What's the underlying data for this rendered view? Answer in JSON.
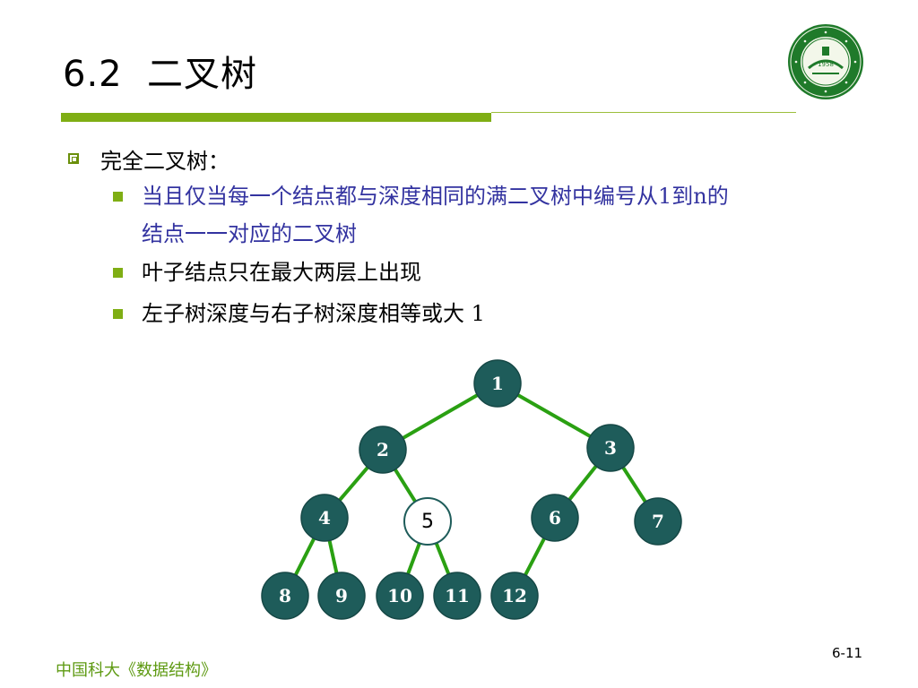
{
  "slide": {
    "title": "6.2  二叉树",
    "page_number": "6-11",
    "footer": "中国科大《数据结构》"
  },
  "logo": {
    "year": "1958",
    "colors": {
      "ring": "#1f7a2a",
      "inner": "#f3f7ea"
    }
  },
  "content": {
    "heading": "完全二叉树：",
    "items": [
      {
        "lines": [
          "当且仅当每一个结点都与深度相同的满二叉树中编号从1到n的",
          "结点一一对应的二叉树"
        ],
        "color": "#3333a0"
      },
      {
        "lines": [
          "叶子结点只在最大两层上出现"
        ],
        "color": "#000000"
      },
      {
        "lines": [
          "左子树深度与右子树深度相等或大 1"
        ],
        "color": "#000000"
      }
    ]
  },
  "tree": {
    "node_color": "#1e5c5a",
    "edge_color": "#2aa012",
    "nodes": [
      "1",
      "2",
      "3",
      "4",
      "5",
      "6",
      "7",
      "8",
      "9",
      "10",
      "11",
      "12"
    ],
    "edges": [
      [
        "1",
        "2"
      ],
      [
        "1",
        "3"
      ],
      [
        "2",
        "4"
      ],
      [
        "2",
        "5"
      ],
      [
        "3",
        "6"
      ],
      [
        "3",
        "7"
      ],
      [
        "4",
        "8"
      ],
      [
        "4",
        "9"
      ],
      [
        "5",
        "10"
      ],
      [
        "5",
        "11"
      ],
      [
        "6",
        "12"
      ]
    ]
  },
  "colors": {
    "accent_green": "#7fae14",
    "footer_green": "#5e9a12",
    "blue_text": "#3333a0"
  }
}
